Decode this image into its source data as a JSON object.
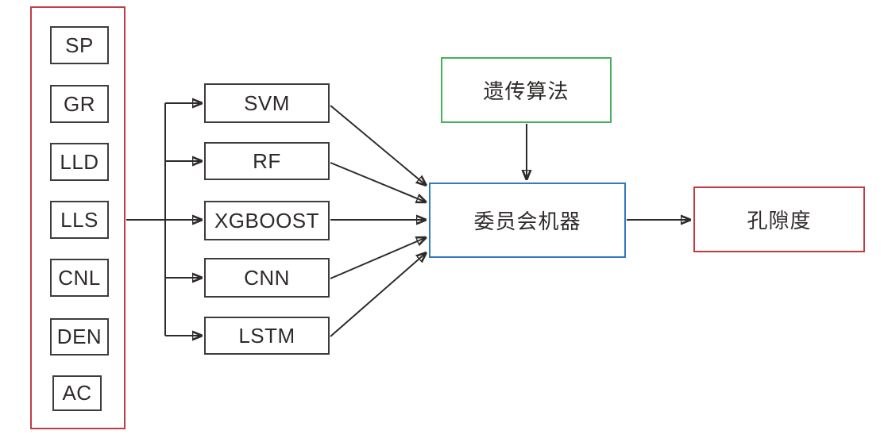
{
  "colors": {
    "bg": "#ffffff",
    "line": "#2f2a2a",
    "inner-border": "#3f3c3c",
    "text": "#2f2a2a",
    "red-border": "#c23b42",
    "green-border": "#45b15a",
    "blue-border": "#3279bd"
  },
  "input_panel": {
    "items": [
      {
        "label": "SP"
      },
      {
        "label": "GR"
      },
      {
        "label": "LLD"
      },
      {
        "label": "LLS"
      },
      {
        "label": "CNL"
      },
      {
        "label": "DEN"
      },
      {
        "label": "AC"
      }
    ]
  },
  "models": [
    {
      "label": "SVM"
    },
    {
      "label": "RF"
    },
    {
      "label": "XGBOOST"
    },
    {
      "label": "CNN"
    },
    {
      "label": "LSTM"
    }
  ],
  "genetic_algorithm": {
    "label": "遗传算法"
  },
  "committee_machine": {
    "label": "委员会机器"
  },
  "output": {
    "label": "孔隙度"
  }
}
